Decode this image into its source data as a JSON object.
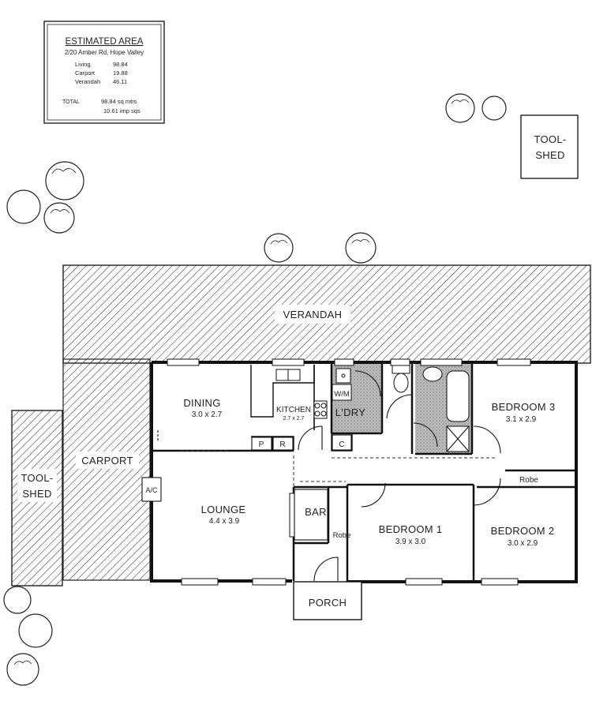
{
  "legend": {
    "title": "ESTIMATED AREA",
    "address": "2/20 Amber Rd, Hope Valley",
    "rows": [
      {
        "label": "Living",
        "value": "98.84"
      },
      {
        "label": "Carport",
        "value": "19.88"
      },
      {
        "label": "Verandah",
        "value": "46.11"
      }
    ],
    "total_label": "TOTAL",
    "total_metric": "98.84 sq mtrs",
    "total_imperial": "10.61 imp sqs"
  },
  "rooms": {
    "tool_shed_top": [
      "TOOL-",
      "SHED"
    ],
    "tool_shed_left": [
      "TOOL-",
      "SHED"
    ],
    "verandah": "VERANDAH",
    "carport": "CARPORT",
    "dining": {
      "name": "DINING",
      "dims": "3.0 x 2.7"
    },
    "kitchen": {
      "name": "KITCHEN",
      "dims": "2.7 x 2.7"
    },
    "laundry": "L'DRY",
    "wm": "W/M",
    "bedroom3": {
      "name": "BEDROOM 3",
      "dims": "3.1 x 2.9"
    },
    "bedroom1": {
      "name": "BEDROOM 1",
      "dims": "3.9 x 3.0"
    },
    "bedroom2": {
      "name": "BEDROOM 2",
      "dims": "3.0 x 2.9"
    },
    "lounge": {
      "name": "LOUNGE",
      "dims": "4.4 x 3.9"
    },
    "bar": "BAR",
    "robe_bed1": "Robe",
    "robe_bed2": "Robe",
    "pantry": "P",
    "refrigerator": "R",
    "cupboard": "C",
    "aircon": "A/C",
    "porch": "PORCH"
  }
}
